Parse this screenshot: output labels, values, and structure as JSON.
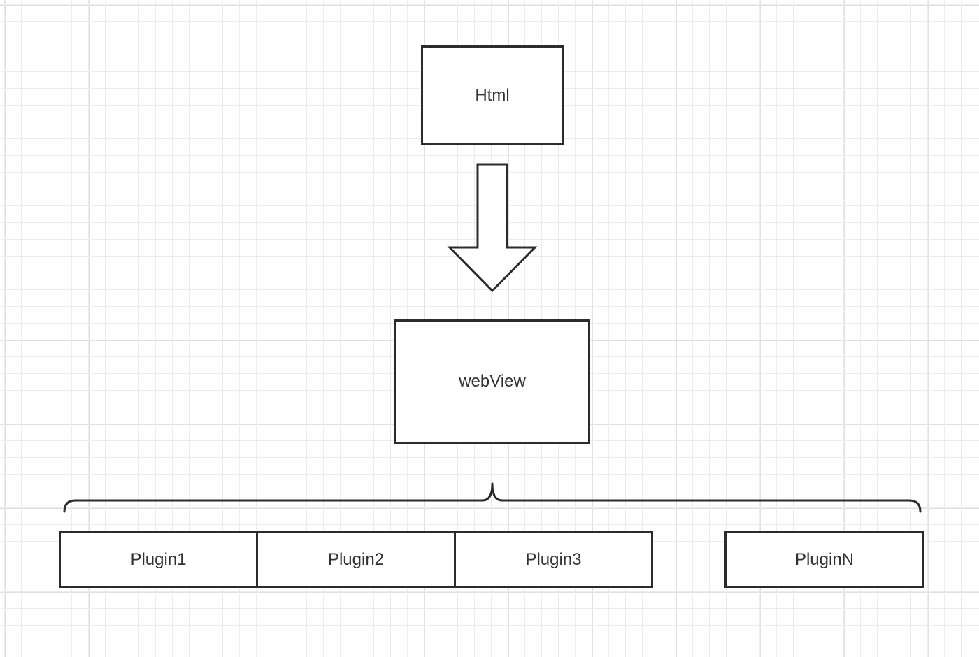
{
  "diagram": {
    "nodes": {
      "html": {
        "label": "Html"
      },
      "webview": {
        "label": "webView"
      },
      "plugin1": {
        "label": "Plugin1"
      },
      "plugin2": {
        "label": "Plugin2"
      },
      "plugin3": {
        "label": "Plugin3"
      },
      "pluginN": {
        "label": "PluginN"
      }
    },
    "edges": [
      {
        "from": "html",
        "to": "webview",
        "style": "block-arrow"
      },
      {
        "from": "webview",
        "to": [
          "plugin1",
          "plugin2",
          "plugin3",
          "pluginN"
        ],
        "style": "curly-brace"
      }
    ]
  },
  "colors": {
    "stroke": "#2b2b2b",
    "text": "#333333",
    "grid": "#e0e0e0",
    "background": "#ffffff"
  }
}
